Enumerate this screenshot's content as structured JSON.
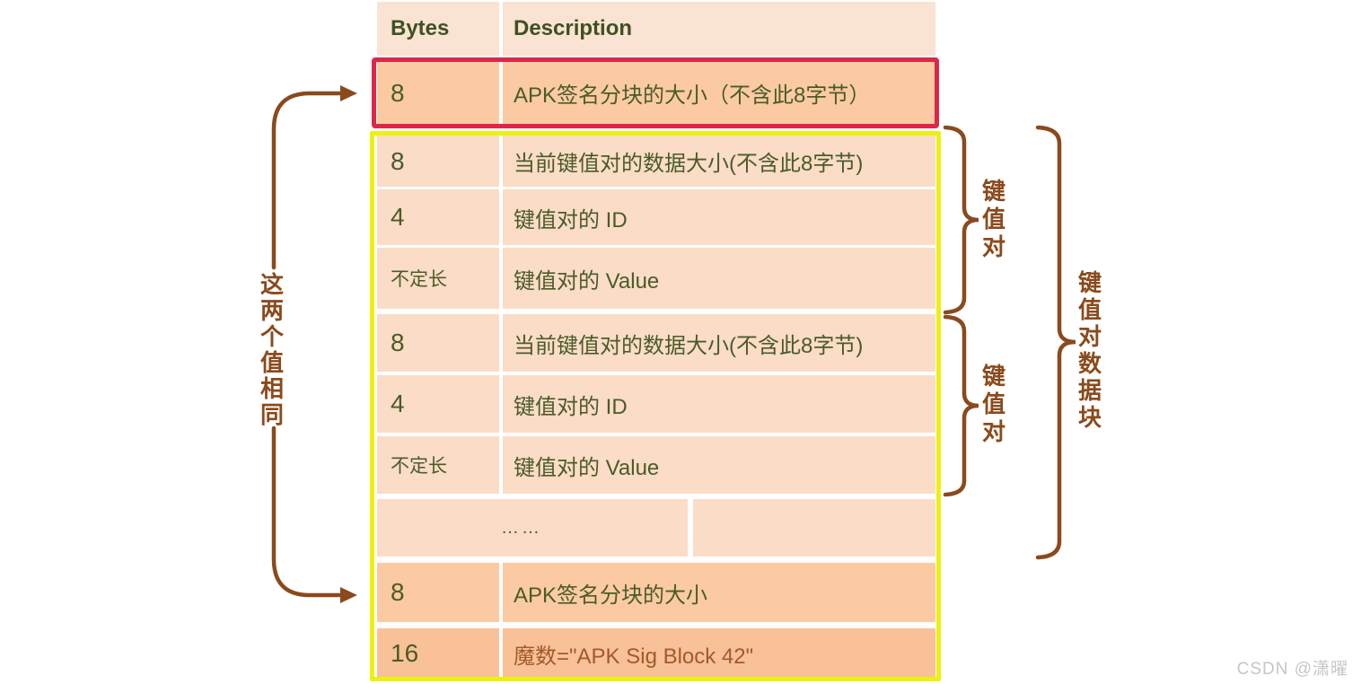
{
  "table": {
    "header": {
      "bytes": "Bytes",
      "description": "Description"
    },
    "rows": [
      {
        "bytes": "8",
        "description": "APK签名分块的大小（不含此8字节）",
        "shade": "dark",
        "highlight": "red-box"
      },
      {
        "bytes": "8",
        "description": "当前键值对的数据大小(不含此8字节)",
        "shade": "light"
      },
      {
        "bytes": "4",
        "description": "键值对的 ID",
        "shade": "light"
      },
      {
        "bytes": "不定长",
        "description": "键值对的 Value",
        "shade": "light"
      },
      {
        "bytes": "8",
        "description": "当前键值对的数据大小(不含此8字节)",
        "shade": "light"
      },
      {
        "bytes": "4",
        "description": "键值对的 ID",
        "shade": "light"
      },
      {
        "bytes": "不定长",
        "description": "键值对的 Value",
        "shade": "light"
      },
      {
        "bytes": "",
        "description": "……",
        "shade": "light",
        "variant": "ellipsis"
      },
      {
        "bytes": "8",
        "description": "APK签名分块的大小",
        "shade": "dark"
      },
      {
        "bytes": "16",
        "description": "魔数=\"APK Sig Block 42\"",
        "shade": "darker",
        "desc_style": "brown"
      }
    ]
  },
  "annotations": {
    "left_note": "这两个值相同",
    "brace_kv_top": "键值对",
    "brace_kv_bottom": "键值对",
    "brace_block": "键值对数据块"
  },
  "watermark": "CSDN @潇曜",
  "colors": {
    "header_bg": "#fae3d2",
    "row_light": "#fbdcc7",
    "row_dark": "#fbcaa3",
    "row_darker": "#f9c198",
    "text_header": "#3e5123",
    "text_green": "#4a5c28",
    "magic_brown": "#a3592c",
    "brown": "#8a4a1d",
    "red_border": "#dc2749",
    "yellow_border": "#edf011"
  }
}
